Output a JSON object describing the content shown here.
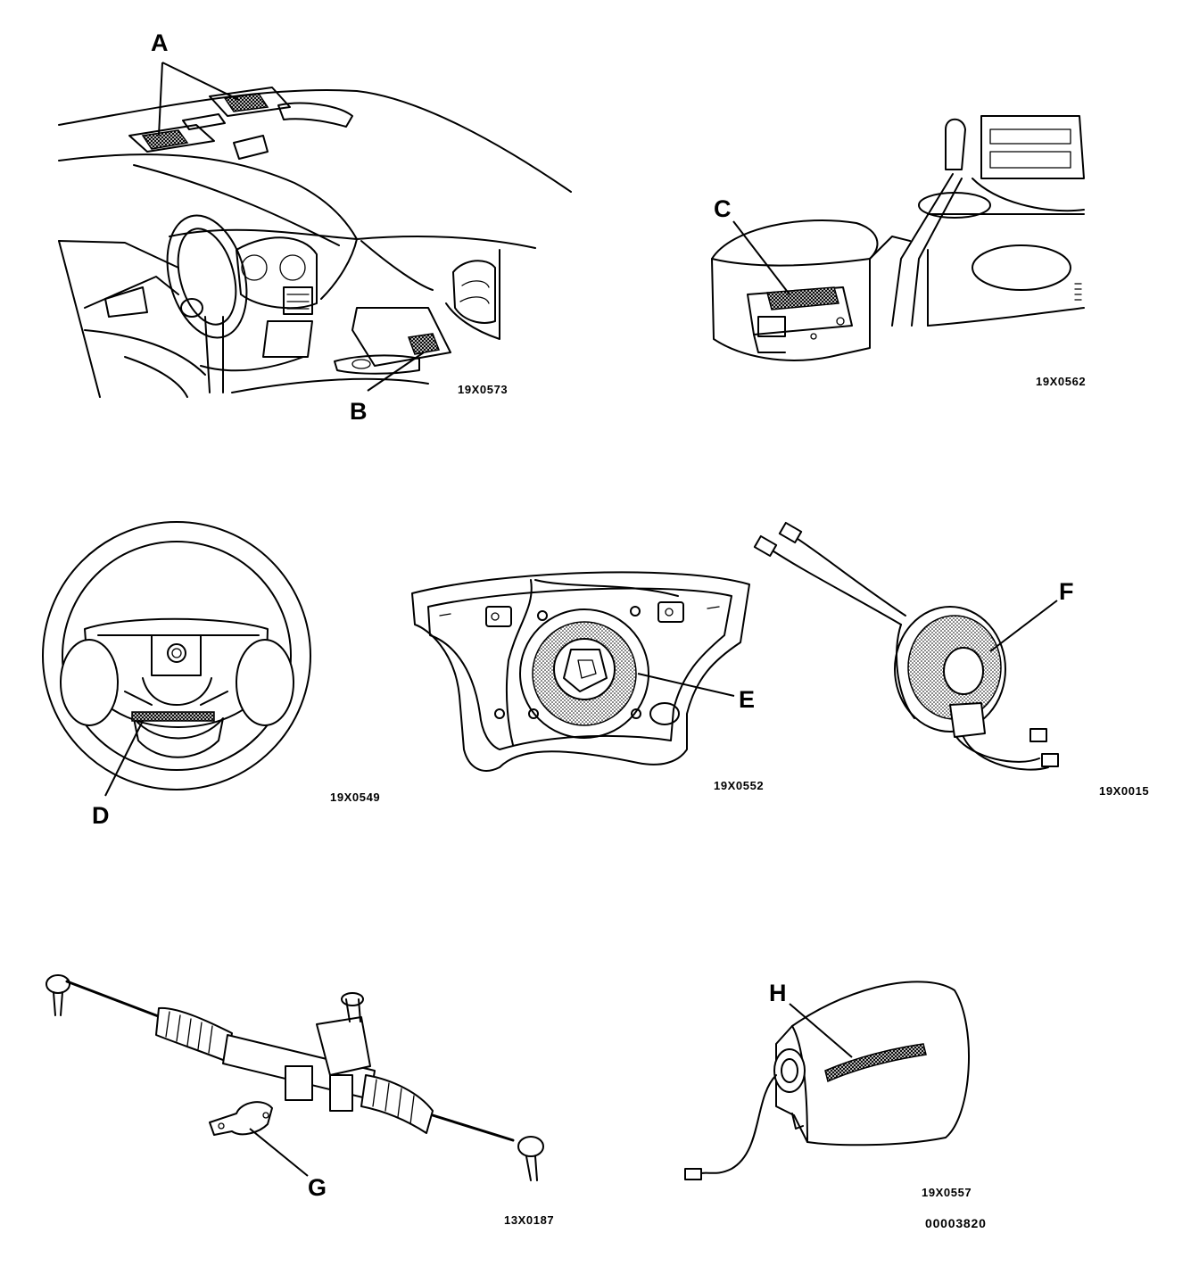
{
  "callouts": {
    "A": "A",
    "B": "B",
    "C": "C",
    "D": "D",
    "E": "E",
    "F": "F",
    "G": "G",
    "H": "H"
  },
  "figure_codes": {
    "dash": "19X0573",
    "console": "19X0562",
    "steering_wheel": "19X0549",
    "airbag_module": "19X0552",
    "clock_spring": "19X0015",
    "steering_rack": "13X0187",
    "passenger_airbag": "19X0557"
  },
  "document_number": "00003820",
  "colors": {
    "line": "#000000",
    "background": "#ffffff"
  }
}
